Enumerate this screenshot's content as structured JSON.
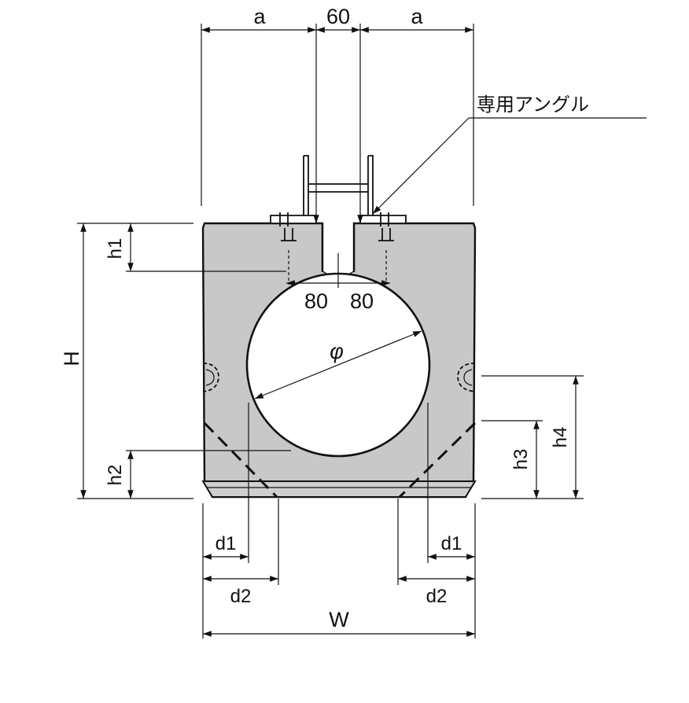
{
  "dimensions": {
    "a_left": "a",
    "center_gap": "60",
    "a_right": "a",
    "half_width_left": "80",
    "half_width_right": "80",
    "diameter": "φ",
    "H": "H",
    "h1": "h1",
    "h2": "h2",
    "h3": "h3",
    "h4": "h4",
    "d1_left": "d1",
    "d1_right": "d1",
    "d2_left": "d2",
    "d2_right": "d2",
    "W": "W"
  },
  "callout": {
    "angle_label": "専用アングル"
  },
  "colors": {
    "block_fill": "#c8c8c8",
    "line": "#111111",
    "background": "#ffffff"
  }
}
